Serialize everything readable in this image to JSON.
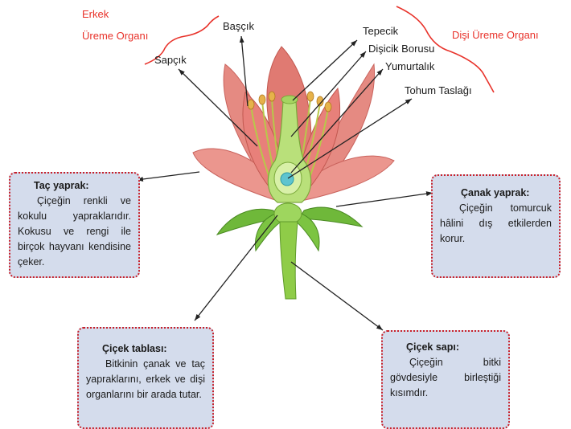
{
  "labels": {
    "male_organ_line1": "Erkek",
    "male_organ_line2": "Üreme Organı",
    "female_organ": "Dişi Üreme Organı",
    "anther": "Başçık",
    "filament": "Sapçık",
    "stigma": "Tepecik",
    "style": "Dişicik Borusu",
    "ovary": "Yumurtalık",
    "ovule": "Tohum Taslağı"
  },
  "boxes": {
    "petal": {
      "title": "Taç yaprak:",
      "text": "Çiçeğin renkli ve kokulu yapraklarıdır. Kokusu ve rengi ile birçok hayvanı kendisine çeker."
    },
    "sepal": {
      "title": "Çanak yaprak:",
      "text": "Çiçeğin tomurcuk hâlini dış etkilerden korur."
    },
    "receptacle": {
      "title": "Çiçek tablası:",
      "text": "Bitkinin çanak ve taç yapraklarını, erkek ve dişi organlarını bir arada tutar."
    },
    "stalk": {
      "title": "Çiçek sapı:",
      "text": "Çiçeğin bitki gövdesiyle birleştiği kısımdır."
    }
  },
  "colors": {
    "accent_red": "#e8322a",
    "box_border": "#c8202a",
    "box_fill": "#d4dcec",
    "petal": "#e8807a",
    "stem": "#8fcc48"
  }
}
